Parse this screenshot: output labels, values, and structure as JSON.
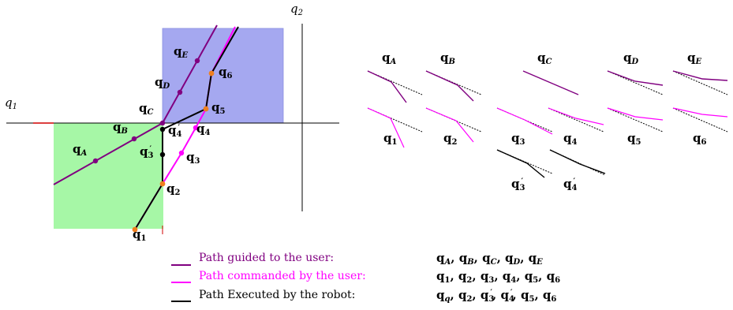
{
  "axes": {
    "x_label": {
      "base": "q",
      "sub": "1"
    },
    "y_label": {
      "base": "q",
      "sub": "2"
    }
  },
  "colors": {
    "guided": "#800080",
    "commanded": "#ff00ff",
    "executed": "#000000",
    "green_region": "#a6f7a6",
    "blue_region": "#a5a8f0",
    "orange_point": "#f07f1e"
  },
  "main_labels": {
    "qA": {
      "base": "q",
      "sub": "A"
    },
    "qB": {
      "base": "q",
      "sub": "B"
    },
    "qC": {
      "base": "q",
      "sub": "C"
    },
    "qD": {
      "base": "q",
      "sub": "D"
    },
    "qE": {
      "base": "q",
      "sub": "E"
    },
    "q1": {
      "base": "q",
      "sub": "1"
    },
    "q2": {
      "base": "q",
      "sub": "2"
    },
    "q3": {
      "base": "q",
      "sub": "3"
    },
    "q4": {
      "base": "q",
      "sub": "4"
    },
    "q5": {
      "base": "q",
      "sub": "5"
    },
    "q6": {
      "base": "q",
      "sub": "6"
    },
    "q3p": {
      "base": "q",
      "sub": "3",
      "prime": "′"
    },
    "q4p": {
      "base": "q",
      "sub": "4",
      "prime": "′"
    }
  },
  "small_labels": {
    "qA": {
      "base": "q",
      "sub": "A"
    },
    "qB": {
      "base": "q",
      "sub": "B"
    },
    "qC": {
      "base": "q",
      "sub": "C"
    },
    "qD": {
      "base": "q",
      "sub": "D"
    },
    "qE": {
      "base": "q",
      "sub": "E"
    },
    "q1": {
      "base": "q",
      "sub": "1"
    },
    "q2": {
      "base": "q",
      "sub": "2"
    },
    "q3": {
      "base": "q",
      "sub": "3"
    },
    "q4": {
      "base": "q",
      "sub": "4"
    },
    "q5": {
      "base": "q",
      "sub": "5"
    },
    "q6": {
      "base": "q",
      "sub": "6"
    },
    "q3p": {
      "base": "q",
      "sub": "3",
      "prime": "′"
    },
    "q4p": {
      "base": "q",
      "sub": "4",
      "prime": "′"
    }
  },
  "legend": [
    {
      "label": "Path guided to the user:",
      "color": "#800080",
      "sequence": [
        {
          "base": "q",
          "sub": "A"
        },
        {
          "base": "q",
          "sub": "B"
        },
        {
          "base": "q",
          "sub": "C"
        },
        {
          "base": "q",
          "sub": "D"
        },
        {
          "base": "q",
          "sub": "E"
        }
      ]
    },
    {
      "label": "Path commanded by the user:",
      "color": "#ff00ff",
      "sequence": [
        {
          "base": "q",
          "sub": "1"
        },
        {
          "base": "q",
          "sub": "2"
        },
        {
          "base": "q",
          "sub": "3"
        },
        {
          "base": "q",
          "sub": "4"
        },
        {
          "base": "q",
          "sub": "5"
        },
        {
          "base": "q",
          "sub": "6"
        }
      ]
    },
    {
      "label": "Path Executed by the robot:",
      "color": "#000000",
      "sequence": [
        {
          "base": "q",
          "sub": "q"
        },
        {
          "base": "q",
          "sub": "2"
        },
        {
          "base": "q",
          "sub": "3",
          "prime": "′"
        },
        {
          "base": "q",
          "sub": "4",
          "prime": "′"
        },
        {
          "base": "q",
          "sub": "5"
        },
        {
          "base": "q",
          "sub": "6"
        }
      ]
    }
  ]
}
